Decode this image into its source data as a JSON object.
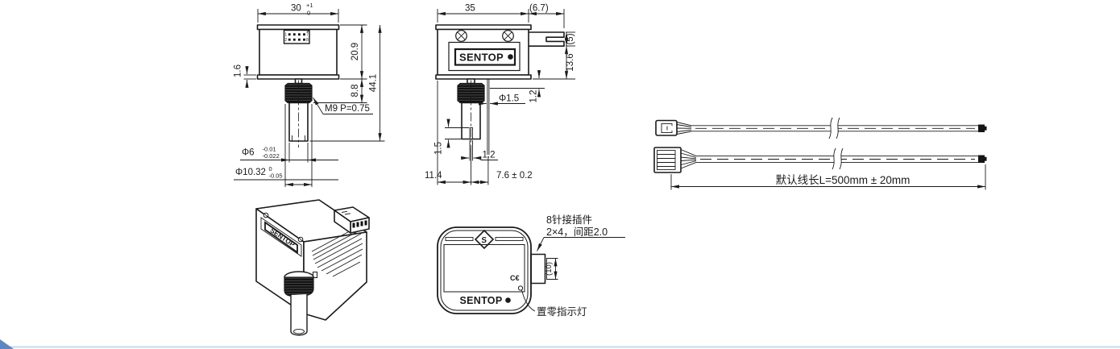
{
  "front_view": {
    "dim_width": "30",
    "dim_width_tol_upper": "+1",
    "dim_width_tol_lower": "0",
    "dim_body_height": "20.9",
    "dim_bushing_height": "8.8",
    "dim_total_height": "44.1",
    "dim_flange_thickness": "1.6",
    "thread_spec": "M9 P=0.75",
    "shaft_dia": "Φ6",
    "shaft_tol_upper": "-0.01",
    "shaft_tol_lower": "-0.022",
    "bushing_dia": "Φ10.32",
    "bushing_tol_upper": "0",
    "bushing_tol_lower": "-0.05",
    "pin_top_left": "1",
    "pin_top_right": "7",
    "pin_bottom_left": "2",
    "pin_bottom_right": "8"
  },
  "side_view": {
    "dim_width": "35",
    "dim_tab_width": "(6.7)",
    "dim_tab_height": "(5)",
    "dim_height": "13.6",
    "dim_pin_dia": "Φ1.5",
    "dim_pin_offset": "1.2",
    "dim_slot_depth": "1.5",
    "dim_slot_width": "1.2",
    "dim_left_offset": "11.4",
    "dim_pin_spacing": "7.6 ± 0.2",
    "brand": "SENTOP"
  },
  "cable_view": {
    "length_note": "默认线长L=500mm ± 20mm"
  },
  "iso_view": {
    "brand": "SENTOP"
  },
  "back_view": {
    "brand": "SENTOP",
    "ce_mark": "C€",
    "logo_letter": "S",
    "note_line1": "8针接插件",
    "note_line2": "2×4，间距2.0",
    "dim_connector_height": "(10)",
    "indicator_note": "置零指示灯"
  },
  "colors": {
    "line": "#1a1a1a",
    "accent_blue": "#5d88bf",
    "footer_line": "#c2d8ec"
  }
}
